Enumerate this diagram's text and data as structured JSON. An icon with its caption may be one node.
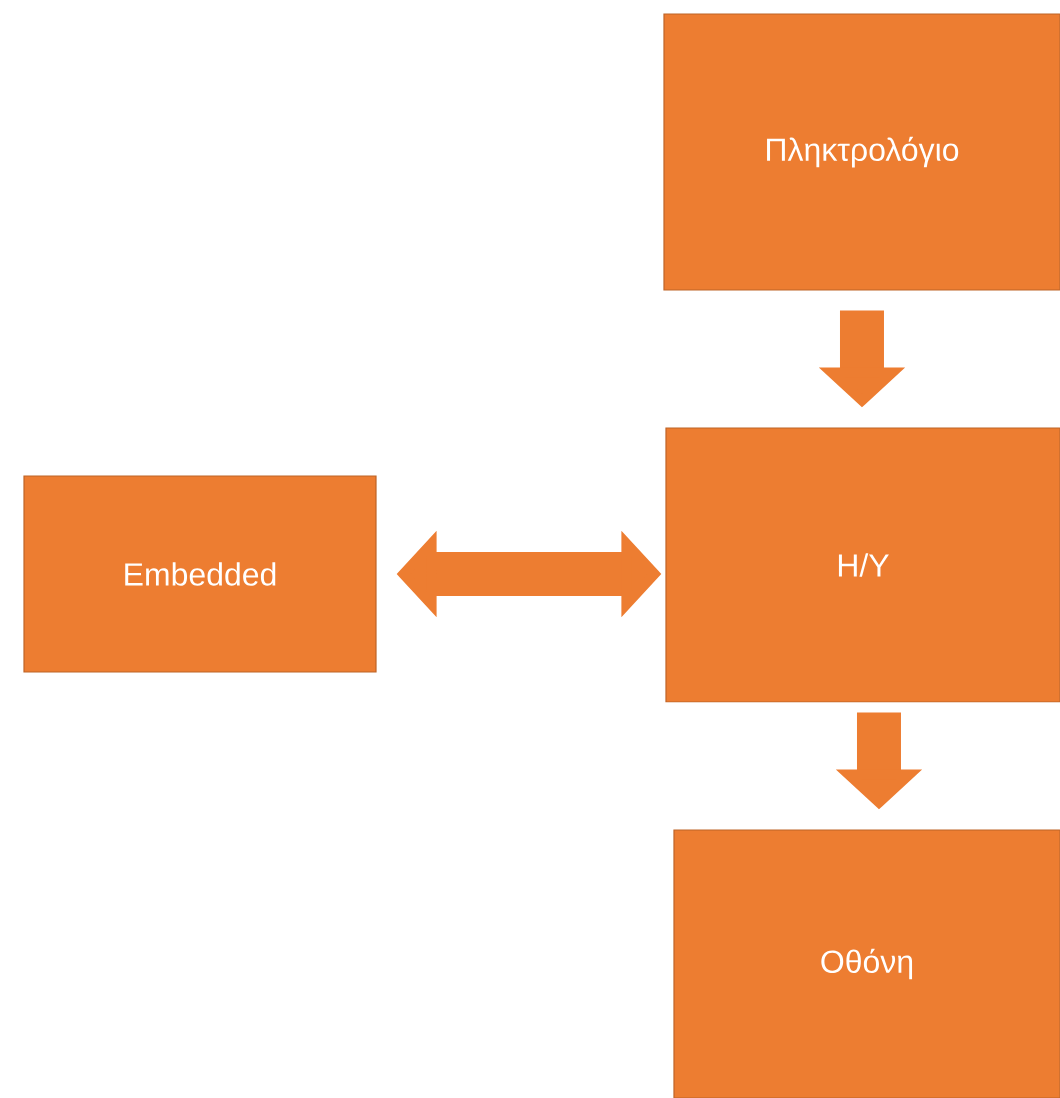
{
  "diagram": {
    "nodes": [
      {
        "text": [
          "Πληκτρολόγιο"
        ]
      },
      {
        "text": [
          "H/Y"
        ]
      },
      {
        "text": [
          "Embedded"
        ]
      },
      {
        "text": [
          "Οθόνη"
        ]
      }
    ],
    "edges": [
      {
        "from": 0,
        "to": 1,
        "arrow": "to"
      },
      {
        "from": 2,
        "to": 1,
        "arrow": "both"
      },
      {
        "from": 1,
        "to": 3,
        "arrow": "to"
      }
    ]
  }
}
